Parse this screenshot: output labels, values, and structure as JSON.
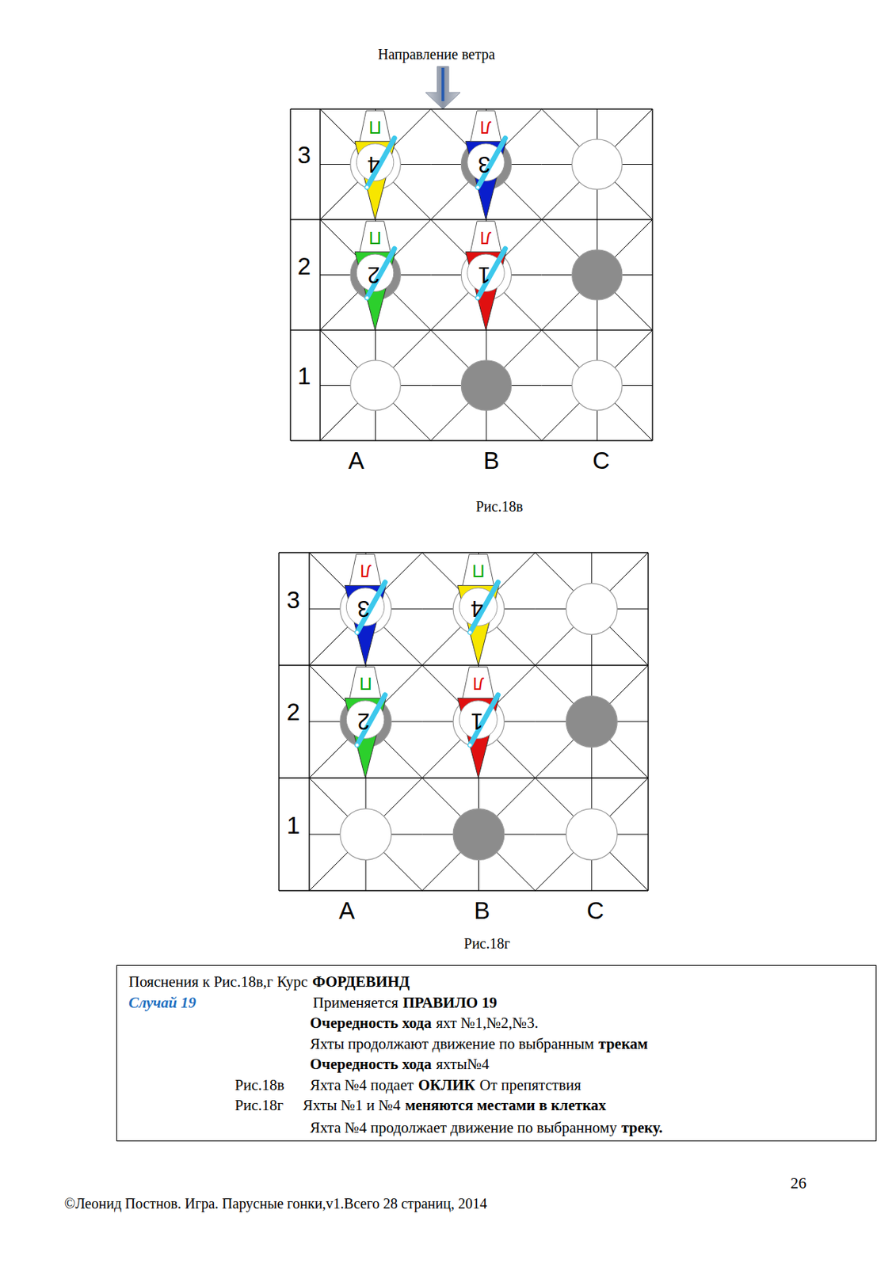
{
  "diagram": {
    "nodes": [
      {
        "text": [
          "Пояснения к Рис.18в,г Курс",
          "ФОРДЕВИНД",
          "Случай 19",
          "Применяется",
          "ПРАВИЛО 19",
          "Очередность хода",
          "яхт №1,№2,№3.",
          "Яхты продолжают движение по выбранным",
          "трекам",
          "Очередность хода",
          "яхты№4",
          "Рис.18в",
          "Яхта №4 подает",
          "ОКЛИК",
          "От препятствия",
          "Рис.18г",
          "Яхты №1 и №4",
          "меняются местами в клетках",
          "Яхта №4 продолжает движение по выбранному",
          "треку."
        ]
      }
    ],
    "labels": [
      "Направление ветра",
      "3",
      "2",
      "1",
      "A",
      "B",
      "C",
      "П",
      "4",
      "Л",
      "3",
      "П",
      "2",
      "Л",
      "1",
      "Рис.18в",
      "3",
      "2",
      "1",
      "A",
      "B",
      "C",
      "Л",
      "3",
      "П",
      "4",
      "П",
      "2",
      "Л",
      "1",
      "Рис.18г",
      "26",
      "©Леонид Постнов. Игра. Парусные гонки,v1.Всего 28 страниц, 2014"
    ]
  }
}
